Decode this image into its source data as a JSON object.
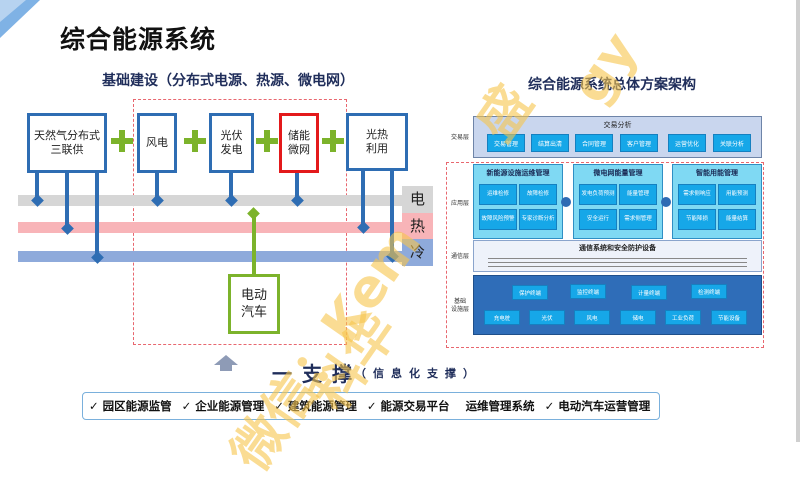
{
  "title": "综合能源系统",
  "left_subtitle": "基础建设（分布式电源、热源、微电网）",
  "right_subtitle": "综合能源系统总体方案架构",
  "sources": [
    {
      "label": "天然气分布式\n三联供",
      "border": "#2e6db3"
    },
    {
      "label": "风电",
      "border": "#2e6db3"
    },
    {
      "label": "光伏\n发电",
      "border": "#2e6db3"
    },
    {
      "label": "储能\n微网",
      "border": "#e3191b"
    },
    {
      "label": "光热\n利用",
      "border": "#2e6db3"
    }
  ],
  "buses": {
    "electricity": "电",
    "heat": "热",
    "cold": "冷"
  },
  "ev": {
    "label": "电动\n汽车",
    "border": "#7cb32b"
  },
  "colors": {
    "source_blue": "#2e6db3",
    "storage_red": "#e3191b",
    "plus_green": "#7cb32b",
    "bus_elec": "#d6d6d6",
    "bus_heat": "#f8b4b8",
    "bus_cold": "#8eaadb"
  },
  "architecture": {
    "layers": {
      "trade": "交易层",
      "application": "应用层",
      "communication": "通信层",
      "infrastructure": "基础\n设施层"
    },
    "trade_title": "交易分析",
    "trade_items": [
      "交易管理",
      "结算出清",
      "合同管理",
      "客户管理",
      "运营优化",
      "关联分析"
    ],
    "app_groups": [
      {
        "title": "新能源设施运维管理",
        "items": [
          "运维检修",
          "故障检修",
          "故障风险预警",
          "专家诊断分析"
        ]
      },
      {
        "title": "微电网能量管理",
        "items": [
          "发电负荷预测",
          "能量管理",
          "安全运行",
          "需求侧管理"
        ]
      },
      {
        "title": "智能用能管理",
        "items": [
          "需求侧响应",
          "用能预测",
          "节能降损",
          "能量结算"
        ]
      }
    ],
    "comm_title": "通信系统和安全防护设备",
    "terminals": [
      "保护终端",
      "监控终端",
      "计量终端",
      "检测终端"
    ],
    "devices": [
      "充电桩",
      "光伏",
      "风电",
      "储电",
      "工业负荷",
      "节能设备"
    ]
  },
  "support": {
    "title": "一支撑",
    "subtitle": "（信息化支撑）"
  },
  "bottom_items": [
    "✓ 园区能源监管",
    "✓ 企业能源管理",
    "✓ 建筑能源管理",
    "✓ 能源交易平台",
    "运维管理系统",
    "✓ 电动汽车运营管理"
  ],
  "watermark": [
    "科华",
    "微信：Kem",
    "盛",
    "gy"
  ]
}
